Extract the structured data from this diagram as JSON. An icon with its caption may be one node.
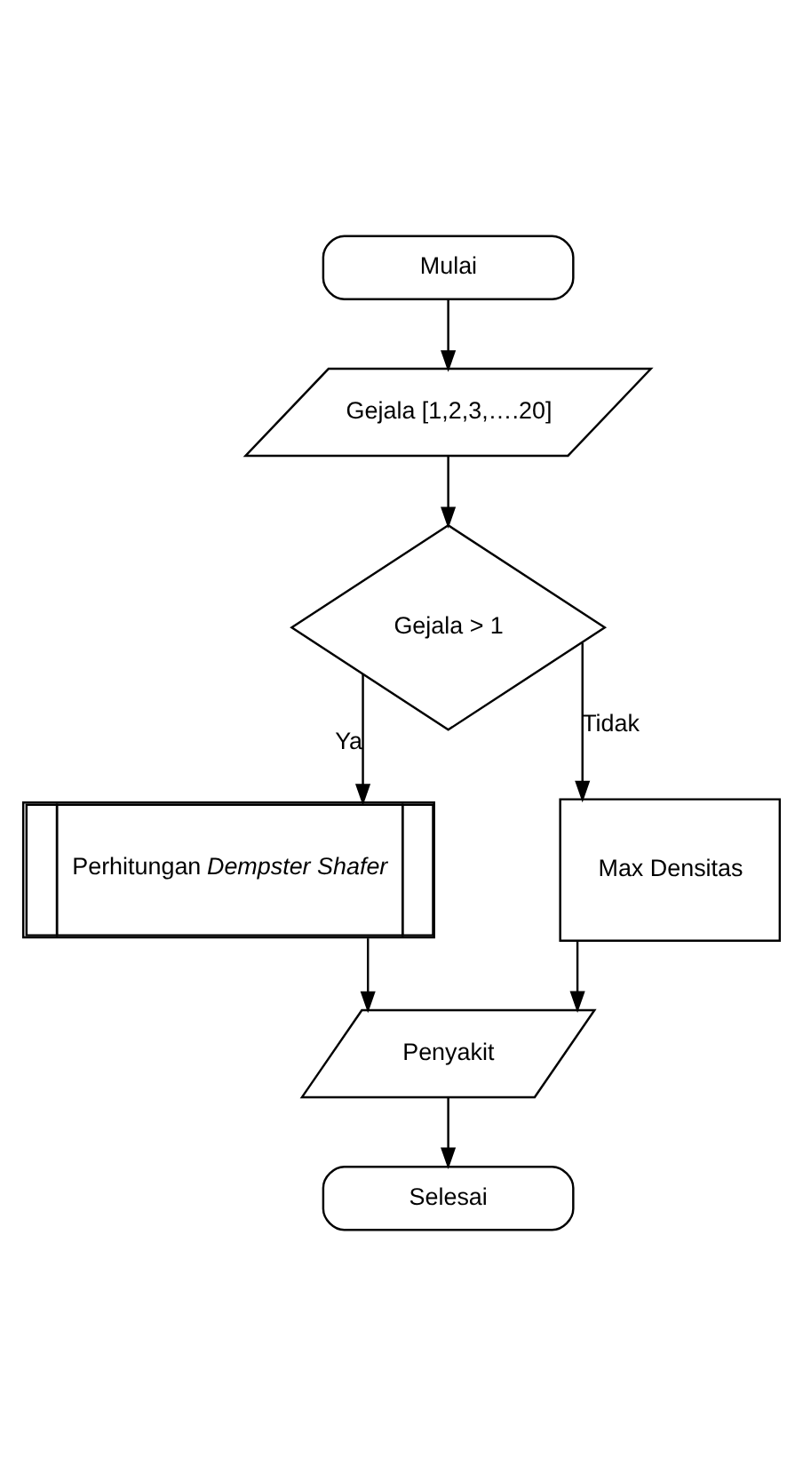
{
  "diagram": {
    "nodes": [
      {
        "text": [
          "Mulai"
        ]
      },
      {
        "text": [
          "Gejala [1,2,3,….20]"
        ]
      },
      {
        "text": [
          "Gejala > 1"
        ]
      },
      {
        "text": [
          "Perhitungan *Dempster Shafer*"
        ]
      },
      {
        "text": [
          "Max Densitas"
        ]
      },
      {
        "text": [
          "Penyakit"
        ]
      },
      {
        "text": [
          "Selesai"
        ]
      }
    ],
    "edges": [
      {
        "from": 0,
        "to": 1,
        "arrow": "to"
      },
      {
        "from": 1,
        "to": 2,
        "arrow": "to"
      },
      {
        "from": 2,
        "to": 3,
        "arrow": "to",
        "label": "Ya"
      },
      {
        "from": 2,
        "to": 4,
        "arrow": "to",
        "label": "Tidak"
      },
      {
        "from": 3,
        "to": 5,
        "arrow": "to"
      },
      {
        "from": 4,
        "to": 5,
        "arrow": "to"
      },
      {
        "from": 5,
        "to": 6,
        "arrow": "to"
      }
    ]
  }
}
